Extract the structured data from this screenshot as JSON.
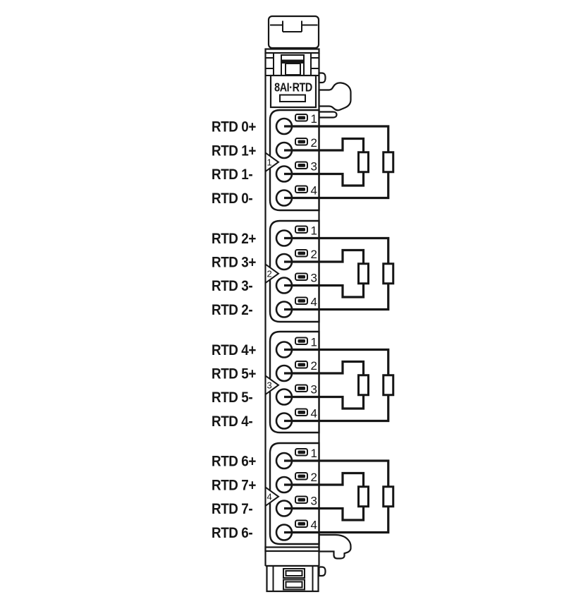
{
  "module": {
    "title": "8AI·RTD",
    "colors": {
      "line": "#161616",
      "background": "#ffffff",
      "led_fill": "#161616"
    }
  },
  "groups": [
    {
      "number": "1",
      "terminals": [
        {
          "pin": "1",
          "label": "RTD 0+"
        },
        {
          "pin": "2",
          "label": "RTD 1+"
        },
        {
          "pin": "3",
          "label": "RTD 1-"
        },
        {
          "pin": "4",
          "label": "RTD 0-"
        }
      ]
    },
    {
      "number": "2",
      "terminals": [
        {
          "pin": "1",
          "label": "RTD 2+"
        },
        {
          "pin": "2",
          "label": "RTD 3+"
        },
        {
          "pin": "3",
          "label": "RTD 3-"
        },
        {
          "pin": "4",
          "label": "RTD 2-"
        }
      ]
    },
    {
      "number": "3",
      "terminals": [
        {
          "pin": "1",
          "label": "RTD 4+"
        },
        {
          "pin": "2",
          "label": "RTD 5+"
        },
        {
          "pin": "3",
          "label": "RTD 5-"
        },
        {
          "pin": "4",
          "label": "RTD 4-"
        }
      ]
    },
    {
      "number": "4",
      "terminals": [
        {
          "pin": "1",
          "label": "RTD 6+"
        },
        {
          "pin": "2",
          "label": "RTD 7+"
        },
        {
          "pin": "3",
          "label": "RTD 7-"
        },
        {
          "pin": "4",
          "label": "RTD 6-"
        }
      ]
    }
  ]
}
